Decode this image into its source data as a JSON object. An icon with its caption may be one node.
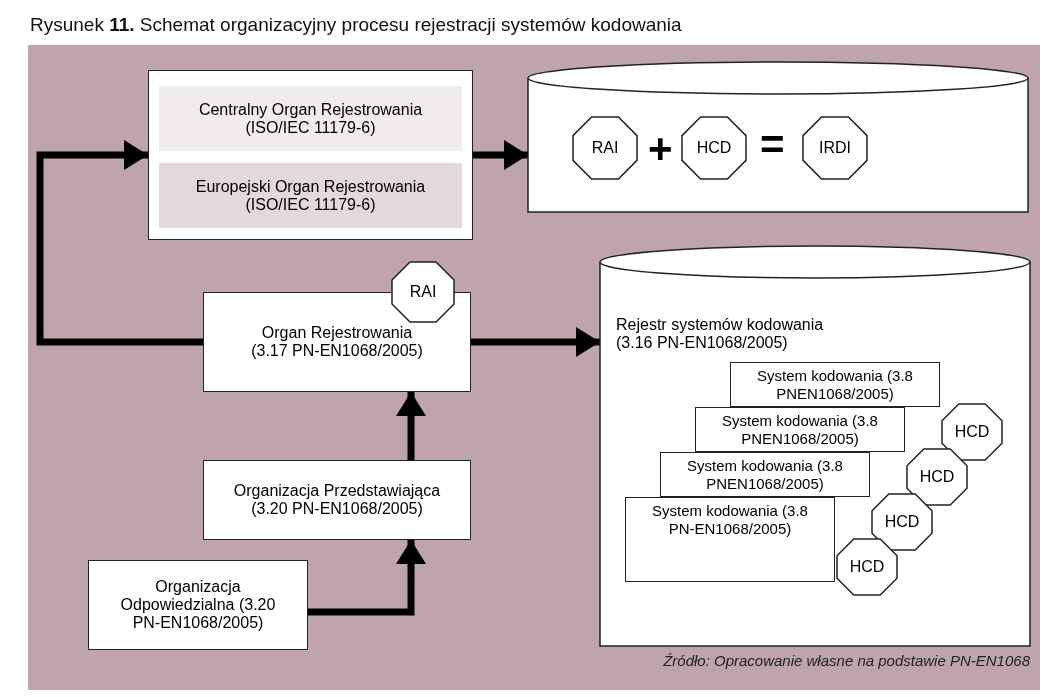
{
  "diagram": {
    "title": "Rysunek **11.** Schemat organizacyjny procesu rejestracji systemów kodowania",
    "caption": "Źródło: Opracowanie własne na podstawie PN-EN1068",
    "nodes": [
      {
        "text": [],
        "shape": "box"
      },
      {
        "text": [
          "Centralny Organ Rejestrowania (ISO/IEC 11179-6)"
        ],
        "in": 0
      },
      {
        "text": [
          "Europejski Organ Rejestrowania (ISO/IEC 11179-6)"
        ],
        "in": 0
      },
      {
        "text": [],
        "shape": "cylinder"
      },
      {
        "text": [
          "RAI"
        ],
        "in": 3
      },
      {
        "text": [
          "HCD"
        ],
        "in": 3
      },
      {
        "text": [
          "IRDI"
        ],
        "in": 3
      },
      {
        "text": [
          "Organ Rejestrowania (3.17 PN-EN1068/2005)"
        ]
      },
      {
        "text": [
          "RAI"
        ]
      },
      {
        "text": [
          "Organizacja Przedstawiająca (3.20 PN-EN1068/2005)"
        ]
      },
      {
        "text": [
          "Organizacja Odpowiedzialna (3.20 PN-EN1068/2005)"
        ]
      },
      {
        "text": [
          "Rejestr systemów kodowania (3.16 PN-EN1068/2005)"
        ]
      },
      {
        "text": [
          "System kodowania (3.8 PNEN1068/2005)"
        ],
        "in": 11
      },
      {
        "text": [
          "System kodowania (3.8 PNEN1068/2005)"
        ],
        "in": 11
      },
      {
        "text": [
          "System kodowania (3.8 PNEN1068/2005)"
        ],
        "in": 11
      },
      {
        "text": [
          "System kodowania (3.8 PN-EN1068/2005)"
        ],
        "in": 11
      },
      {
        "text": [
          "HCD"
        ],
        "in": 11
      },
      {
        "text": [
          "HCD"
        ],
        "in": 11
      },
      {
        "text": [
          "HCD"
        ],
        "in": 11
      },
      {
        "text": [
          "HCD"
        ],
        "in": 11
      }
    ],
    "edges": [
      {
        "from": 10,
        "to": 9,
        "arrow": "to"
      },
      {
        "from": 9,
        "to": 7,
        "arrow": "to"
      },
      {
        "from": 7,
        "to": 0,
        "arrow": "to"
      },
      {
        "from": 7,
        "to": 11,
        "arrow": "to"
      },
      {
        "from": 0,
        "to": 3,
        "arrow": "to"
      }
    ],
    "labels": [
      "+",
      "="
    ]
  }
}
